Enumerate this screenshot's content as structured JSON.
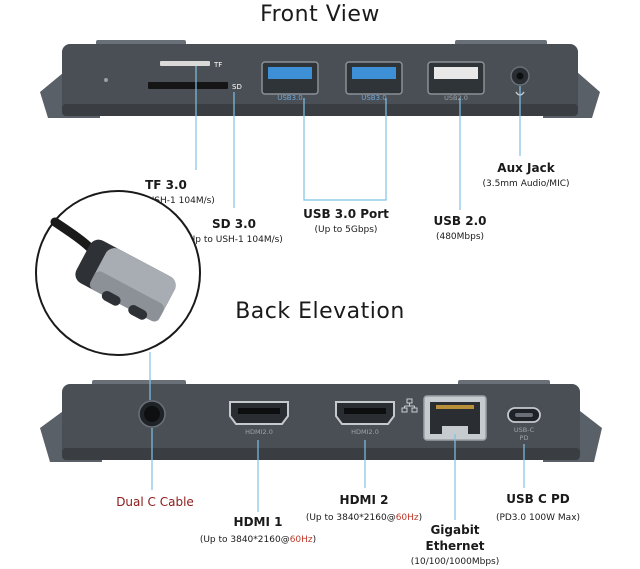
{
  "sections": {
    "front_title": "Front View",
    "back_title": "Back Elevation"
  },
  "front": {
    "slot_tf": "TF",
    "slot_sd": "SD",
    "usb_port_text": "USB3.0",
    "usb2_port_text": "USB2.0",
    "labels": {
      "tf_title": "TF 3.0",
      "tf_sub": "(Up to USH-1 104M/s)",
      "sd_title": "SD 3.0",
      "sd_sub": "(Up to USH-1 104M/s)",
      "usb3_title": "USB 3.0 Port",
      "usb3_sub": "(Up to 5Gbps)",
      "usb2_title": "USB 2.0",
      "usb2_sub": "(480Mbps)",
      "aux_title": "Aux Jack",
      "aux_sub": "(3.5mm Audio/MIC)"
    }
  },
  "back": {
    "hdmi_port_text": "HDMI2.0",
    "usbc_port_text_1": "USB-C",
    "usbc_port_text_2": "PD",
    "labels": {
      "dual_c": "Dual C Cable",
      "hdmi1_title": "HDMI 1",
      "hdmi1_sub_pre": "(Up to 3840*2160@",
      "hdmi1_sub_hz": "60Hz",
      "hdmi1_sub_post": ")",
      "hdmi2_title": "HDMI 2",
      "hdmi2_sub_pre": "(Up to 3840*2160@",
      "hdmi2_sub_hz": "60Hz",
      "hdmi2_sub_post": ")",
      "eth_title_1": "Gigabit",
      "eth_title_2": "Ethernet",
      "eth_sub": "(10/100/1000Mbps)",
      "usbc_title": "USB C PD",
      "usbc_sub": "(PD3.0 100W Max)"
    }
  },
  "colors": {
    "body": "#4a4f55",
    "body_dark": "#3a3e43",
    "usb3_blue": "#3d8fd6",
    "leader": "#7ec3e6",
    "hz_red": "#c0392b",
    "dual_c_red": "#8b1a1a"
  }
}
